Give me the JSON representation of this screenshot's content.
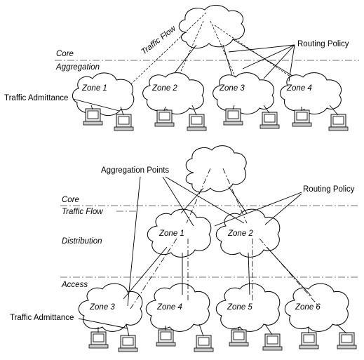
{
  "top": {
    "zones": [
      "Zone 1",
      "Zone 2",
      "Zone 3",
      "Zone 4"
    ],
    "layers": {
      "core": "Core",
      "aggregation": "Aggregation"
    },
    "labels": {
      "traffic_flow": "Traffic Flow",
      "routing_policy": "Routing Policy",
      "traffic_admittance": "Traffic Admittance"
    }
  },
  "bottom": {
    "zones": [
      "Zone 1",
      "Zone 2",
      "Zone 3",
      "Zone 4",
      "Zone 5",
      "Zone 6"
    ],
    "layers": {
      "core": "Core",
      "traffic_flow": "Traffic Flow",
      "distribution": "Distribution",
      "access": "Access"
    },
    "labels": {
      "aggregation_points": "Aggregation Points",
      "routing_policy": "Routing Policy",
      "traffic_admittance": "Traffic Admittance"
    }
  }
}
